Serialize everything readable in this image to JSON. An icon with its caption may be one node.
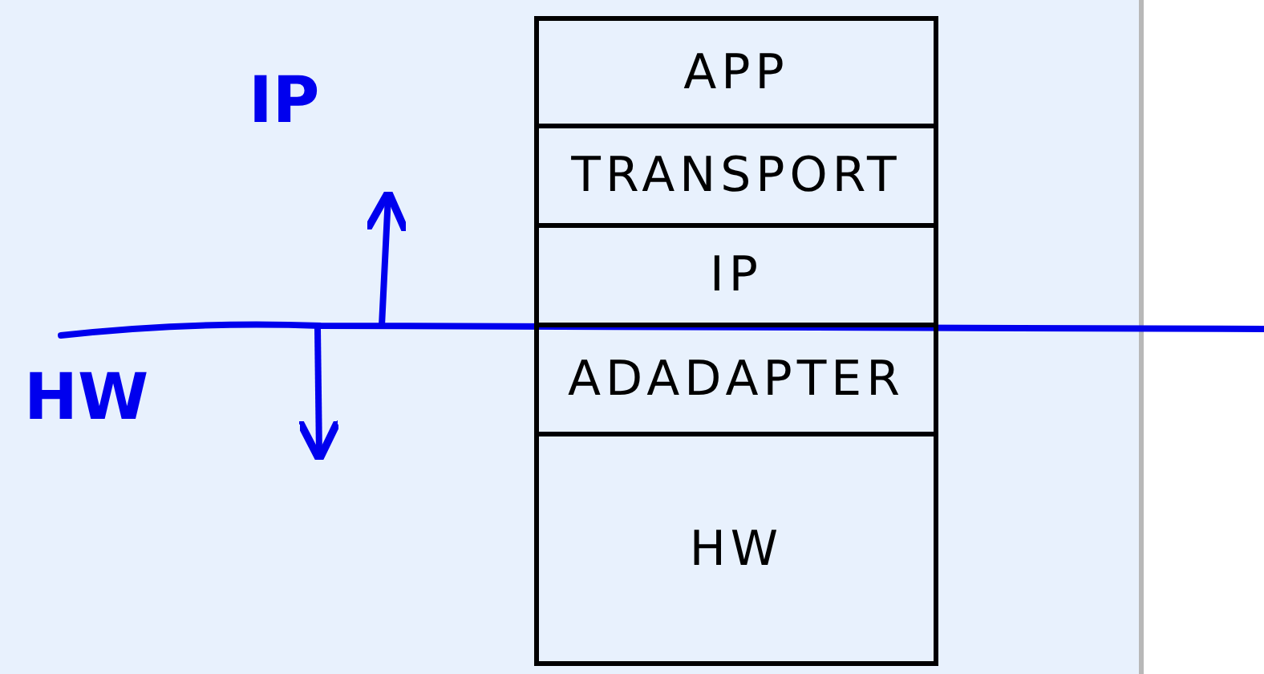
{
  "diagram": {
    "nodes": [
      {
        "text": [
          "APP"
        ]
      },
      {
        "text": [
          "TRANSPORT"
        ]
      },
      {
        "text": [
          "IP"
        ]
      },
      {
        "text": [
          "ADADAPTER"
        ]
      },
      {
        "text": [
          "HW"
        ]
      }
    ],
    "labels": [
      "IP",
      "HW"
    ]
  }
}
